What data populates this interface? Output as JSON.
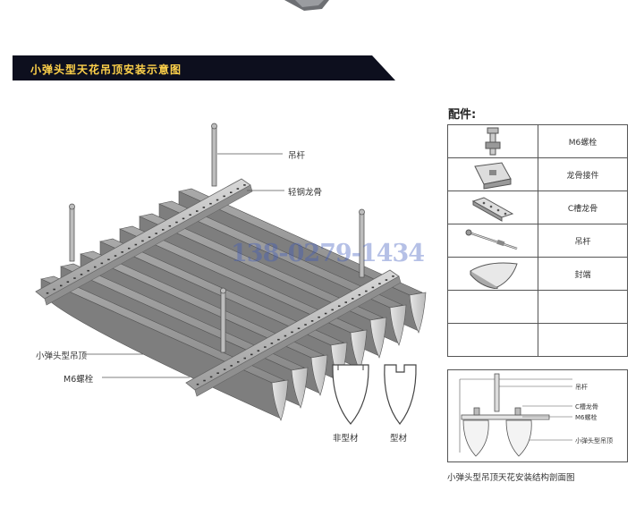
{
  "banner": {
    "title": "小弹头型天花吊顶安装示意图"
  },
  "diagram": {
    "label_hanger_rod": "吊杆",
    "label_light_keel": "轻钢龙骨",
    "label_bullet_ceiling": "小弹头型吊顶",
    "label_m6_bolt": "M6螺栓",
    "watermark": "138-0279-1434",
    "profile_non_standard": "非型材",
    "profile_standard": "型材"
  },
  "parts": {
    "title": "配件:",
    "rows": [
      {
        "icon": "m6-bolt-icon",
        "name": "M6螺栓"
      },
      {
        "icon": "keel-connector-icon",
        "name": "龙骨接件"
      },
      {
        "icon": "c-channel-keel-icon",
        "name": "C槽龙骨"
      },
      {
        "icon": "hanger-rod-icon",
        "name": "吊杆"
      },
      {
        "icon": "end-cap-icon",
        "name": "封端"
      },
      {
        "icon": "",
        "name": ""
      },
      {
        "icon": "",
        "name": ""
      }
    ]
  },
  "section": {
    "label_hanger_rod": "吊杆",
    "label_c_keel": "C槽龙骨",
    "label_m6_bolt": "M6螺栓",
    "label_bullet_ceiling": "小弹头型吊顶",
    "caption": "小弹头型吊顶天花安装结构剖面图"
  }
}
